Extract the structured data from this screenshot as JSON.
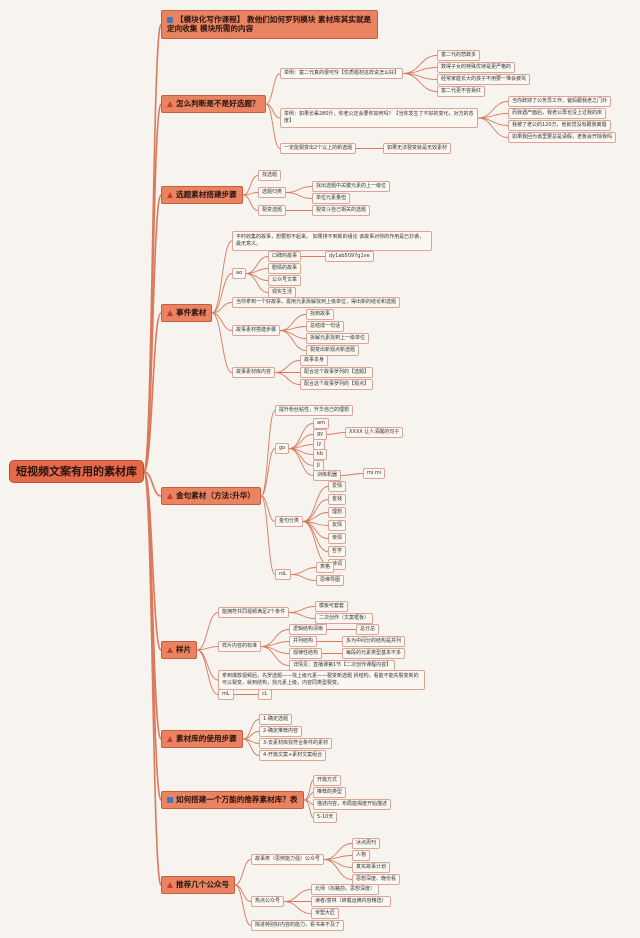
{
  "root": {
    "label": "短视频文案有用的素材库"
  },
  "branches": [
    {
      "id": "b1",
      "label": "【模块化写作课程】 教他们如何罗列模块 素材库其实就是定向收集 模块所需的内容",
      "icon": "blue"
    },
    {
      "id": "b2",
      "label": "怎么判断是不是好选题？",
      "icon": "red"
    },
    {
      "id": "b3",
      "label": "选题素材搭建步骤",
      "icon": "red"
    },
    {
      "id": "b4",
      "label": "事件素材",
      "icon": "red"
    },
    {
      "id": "b5",
      "label": "金句素材（方法:升华）",
      "icon": "red"
    },
    {
      "id": "b6",
      "label": "样片",
      "icon": "red"
    },
    {
      "id": "b7",
      "label": "素材库的使用步骤",
      "icon": "red"
    },
    {
      "id": "b8",
      "label": "如何搭建一个万能的推荐素材库？表",
      "icon": "blue"
    },
    {
      "id": "b9",
      "label": "推荐几个公众号",
      "icon": "red"
    }
  ],
  "leaves": [
    {
      "id": "l1",
      "label": "举例：富二代真的很可怜【优质题材这样说怎么好】"
    },
    {
      "id": "l2",
      "label": "富二代的悲辞多"
    },
    {
      "id": "l3",
      "label": "数得子女的特殊优待是更严格的"
    },
    {
      "id": "l4",
      "label": "经常家庭长大的孩子不用要一堆会被骂"
    },
    {
      "id": "l5",
      "label": "富二代更不容易红"
    },
    {
      "id": "l6",
      "label": "举例：如果长辈280斤，你老公还会要你如何吗？【当你发生了不好的变化，对方的态度】"
    },
    {
      "id": "l7",
      "label": "当你辞掉了公务员工作，爸妈跟我老之门外"
    },
    {
      "id": "l8",
      "label": "而我遇产面后，我老公再也没上过我的床"
    },
    {
      "id": "l9",
      "label": "我被了老公的120万，他就觉没有跟我离婚"
    },
    {
      "id": "l10",
      "label": "如果我回为该里要总是请假，老板会开除我吗"
    },
    {
      "id": "l11",
      "label": "一定能裂变出2个以上的新选题"
    },
    {
      "id": "l12",
      "label": "如果无法裂变就是无效素材"
    },
    {
      "id": "l13",
      "label": "找选题"
    },
    {
      "id": "l14",
      "label": "选题归类"
    },
    {
      "id": "l15",
      "label": "找出选题中关键元素的上一级位"
    },
    {
      "id": "l16",
      "label": "单位元素量但"
    },
    {
      "id": "l17",
      "label": "裂变选题"
    },
    {
      "id": "l18",
      "label": "裂变斗自己相关的选题"
    },
    {
      "id": "l19",
      "label": "平时收集的故事，想要想不起来。 如果排不到新的组论 该故事对你的作用是已抄袭，最无意义。"
    },
    {
      "id": "l20",
      "label": "ao"
    },
    {
      "id": "l21",
      "label": "口碑的故事"
    },
    {
      "id": "l22",
      "label": "dy1ab5097g1ve"
    },
    {
      "id": "l23",
      "label": "剧情的故事"
    },
    {
      "id": "l24",
      "label": "公众号文章"
    },
    {
      "id": "l25",
      "label": "观实生活"
    },
    {
      "id": "l26",
      "label": "当你拿到一个好故事，需用元素拆解找到上级单位，得出新的结论和选题"
    },
    {
      "id": "l27",
      "label": "故事素材搭建步骤"
    },
    {
      "id": "l28",
      "label": "找到故事"
    },
    {
      "id": "l29",
      "label": "总结成一句话"
    },
    {
      "id": "l30",
      "label": "拆解元素找到上一级单位"
    },
    {
      "id": "l31",
      "label": "裂变出新观点新选题"
    },
    {
      "id": "l32",
      "label": "故事素材库内容"
    },
    {
      "id": "l33",
      "label": "故事本身"
    },
    {
      "id": "l34",
      "label": "配合这个故事罗列的【选题】"
    },
    {
      "id": "l35",
      "label": "配合这个故事罗列的【观点】"
    },
    {
      "id": "l36",
      "label": "提升粉丝粘性，升华自己的理想"
    },
    {
      "id": "l37",
      "label": "go"
    },
    {
      "id": "l38",
      "label": "am"
    },
    {
      "id": "l39",
      "label": "gy"
    },
    {
      "id": "l40",
      "label": "XXXX 让人清醒的句子"
    },
    {
      "id": "l41",
      "label": "jy"
    },
    {
      "id": "l42",
      "label": "kb"
    },
    {
      "id": "l43",
      "label": "jj"
    },
    {
      "id": "l44",
      "label": "训练机器"
    },
    {
      "id": "l45",
      "label": "mi.mi"
    },
    {
      "id": "l46",
      "label": "金句分类"
    },
    {
      "id": "l47",
      "label": "爱情"
    },
    {
      "id": "l48",
      "label": "金钱"
    },
    {
      "id": "l49",
      "label": "理想"
    },
    {
      "id": "l50",
      "label": "友情"
    },
    {
      "id": "l51",
      "label": "亲情"
    },
    {
      "id": "l52",
      "label": "哲学"
    },
    {
      "id": "l53",
      "label": "诗词"
    },
    {
      "id": "l54",
      "label": "roL"
    },
    {
      "id": "l55",
      "label": "表格"
    },
    {
      "id": "l56",
      "label": "思维导图"
    },
    {
      "id": "l57",
      "label": "能拥符共同视频满足2个条件"
    },
    {
      "id": "l58",
      "label": "模板可套套"
    },
    {
      "id": "l59",
      "label": "二次创作（文案框板）"
    },
    {
      "id": "l60",
      "label": "样片内容的标准"
    },
    {
      "id": "l61",
      "label": "逻辑结构清晰"
    },
    {
      "id": "l62",
      "label": "总分总"
    },
    {
      "id": "l63",
      "label": "并列结构"
    },
    {
      "id": "l64",
      "label": "多为中间分的结构是并列"
    },
    {
      "id": "l65",
      "label": "观律性结构"
    },
    {
      "id": "l66",
      "label": "每段的元素类型基本不多"
    },
    {
      "id": "l67",
      "label": "详情见：直播课第1节【二次创作课程内容】"
    },
    {
      "id": "l68",
      "label": "拿到爆款视频后，先罗选题——找上级元素——裂变新选题 拆结构，看能不能先裂变新的 可以裂变，就到结构，找元素上级，内容同类型裂变。"
    },
    {
      "id": "l69",
      "label": "mL"
    },
    {
      "id": "l70",
      "label": "cL"
    },
    {
      "id": "l71",
      "label": "1-确定选题"
    },
    {
      "id": "l72",
      "label": "2-确定推荐内容"
    },
    {
      "id": "l73",
      "label": "3-去素材库找符合条件的素材"
    },
    {
      "id": "l74",
      "label": "4-开篇文案+素材文案组合"
    },
    {
      "id": "l75",
      "label": "开篇方式"
    },
    {
      "id": "l76",
      "label": "推荐的类型"
    },
    {
      "id": "l77",
      "label": "描述内容，布局能揭度开始描述"
    },
    {
      "id": "l78",
      "label": "5-10天"
    },
    {
      "id": "l79",
      "label": "故事类（思辨能力强）公众号"
    },
    {
      "id": "l80",
      "label": "冰点周刊"
    },
    {
      "id": "l81",
      "label": "人物"
    },
    {
      "id": "l82",
      "label": "真实故事计划"
    },
    {
      "id": "l83",
      "label": "思想深度、晚份看"
    },
    {
      "id": "l84",
      "label": "热点公众号"
    },
    {
      "id": "l85",
      "label": "北师（抖路前，思想深度）"
    },
    {
      "id": "l86",
      "label": "读者/意林（转载运摘内容精选）"
    },
    {
      "id": "l87",
      "label": "米塑大匠"
    },
    {
      "id": "l88",
      "label": "除进特别好内容的能力，看书来不及了"
    }
  ]
}
